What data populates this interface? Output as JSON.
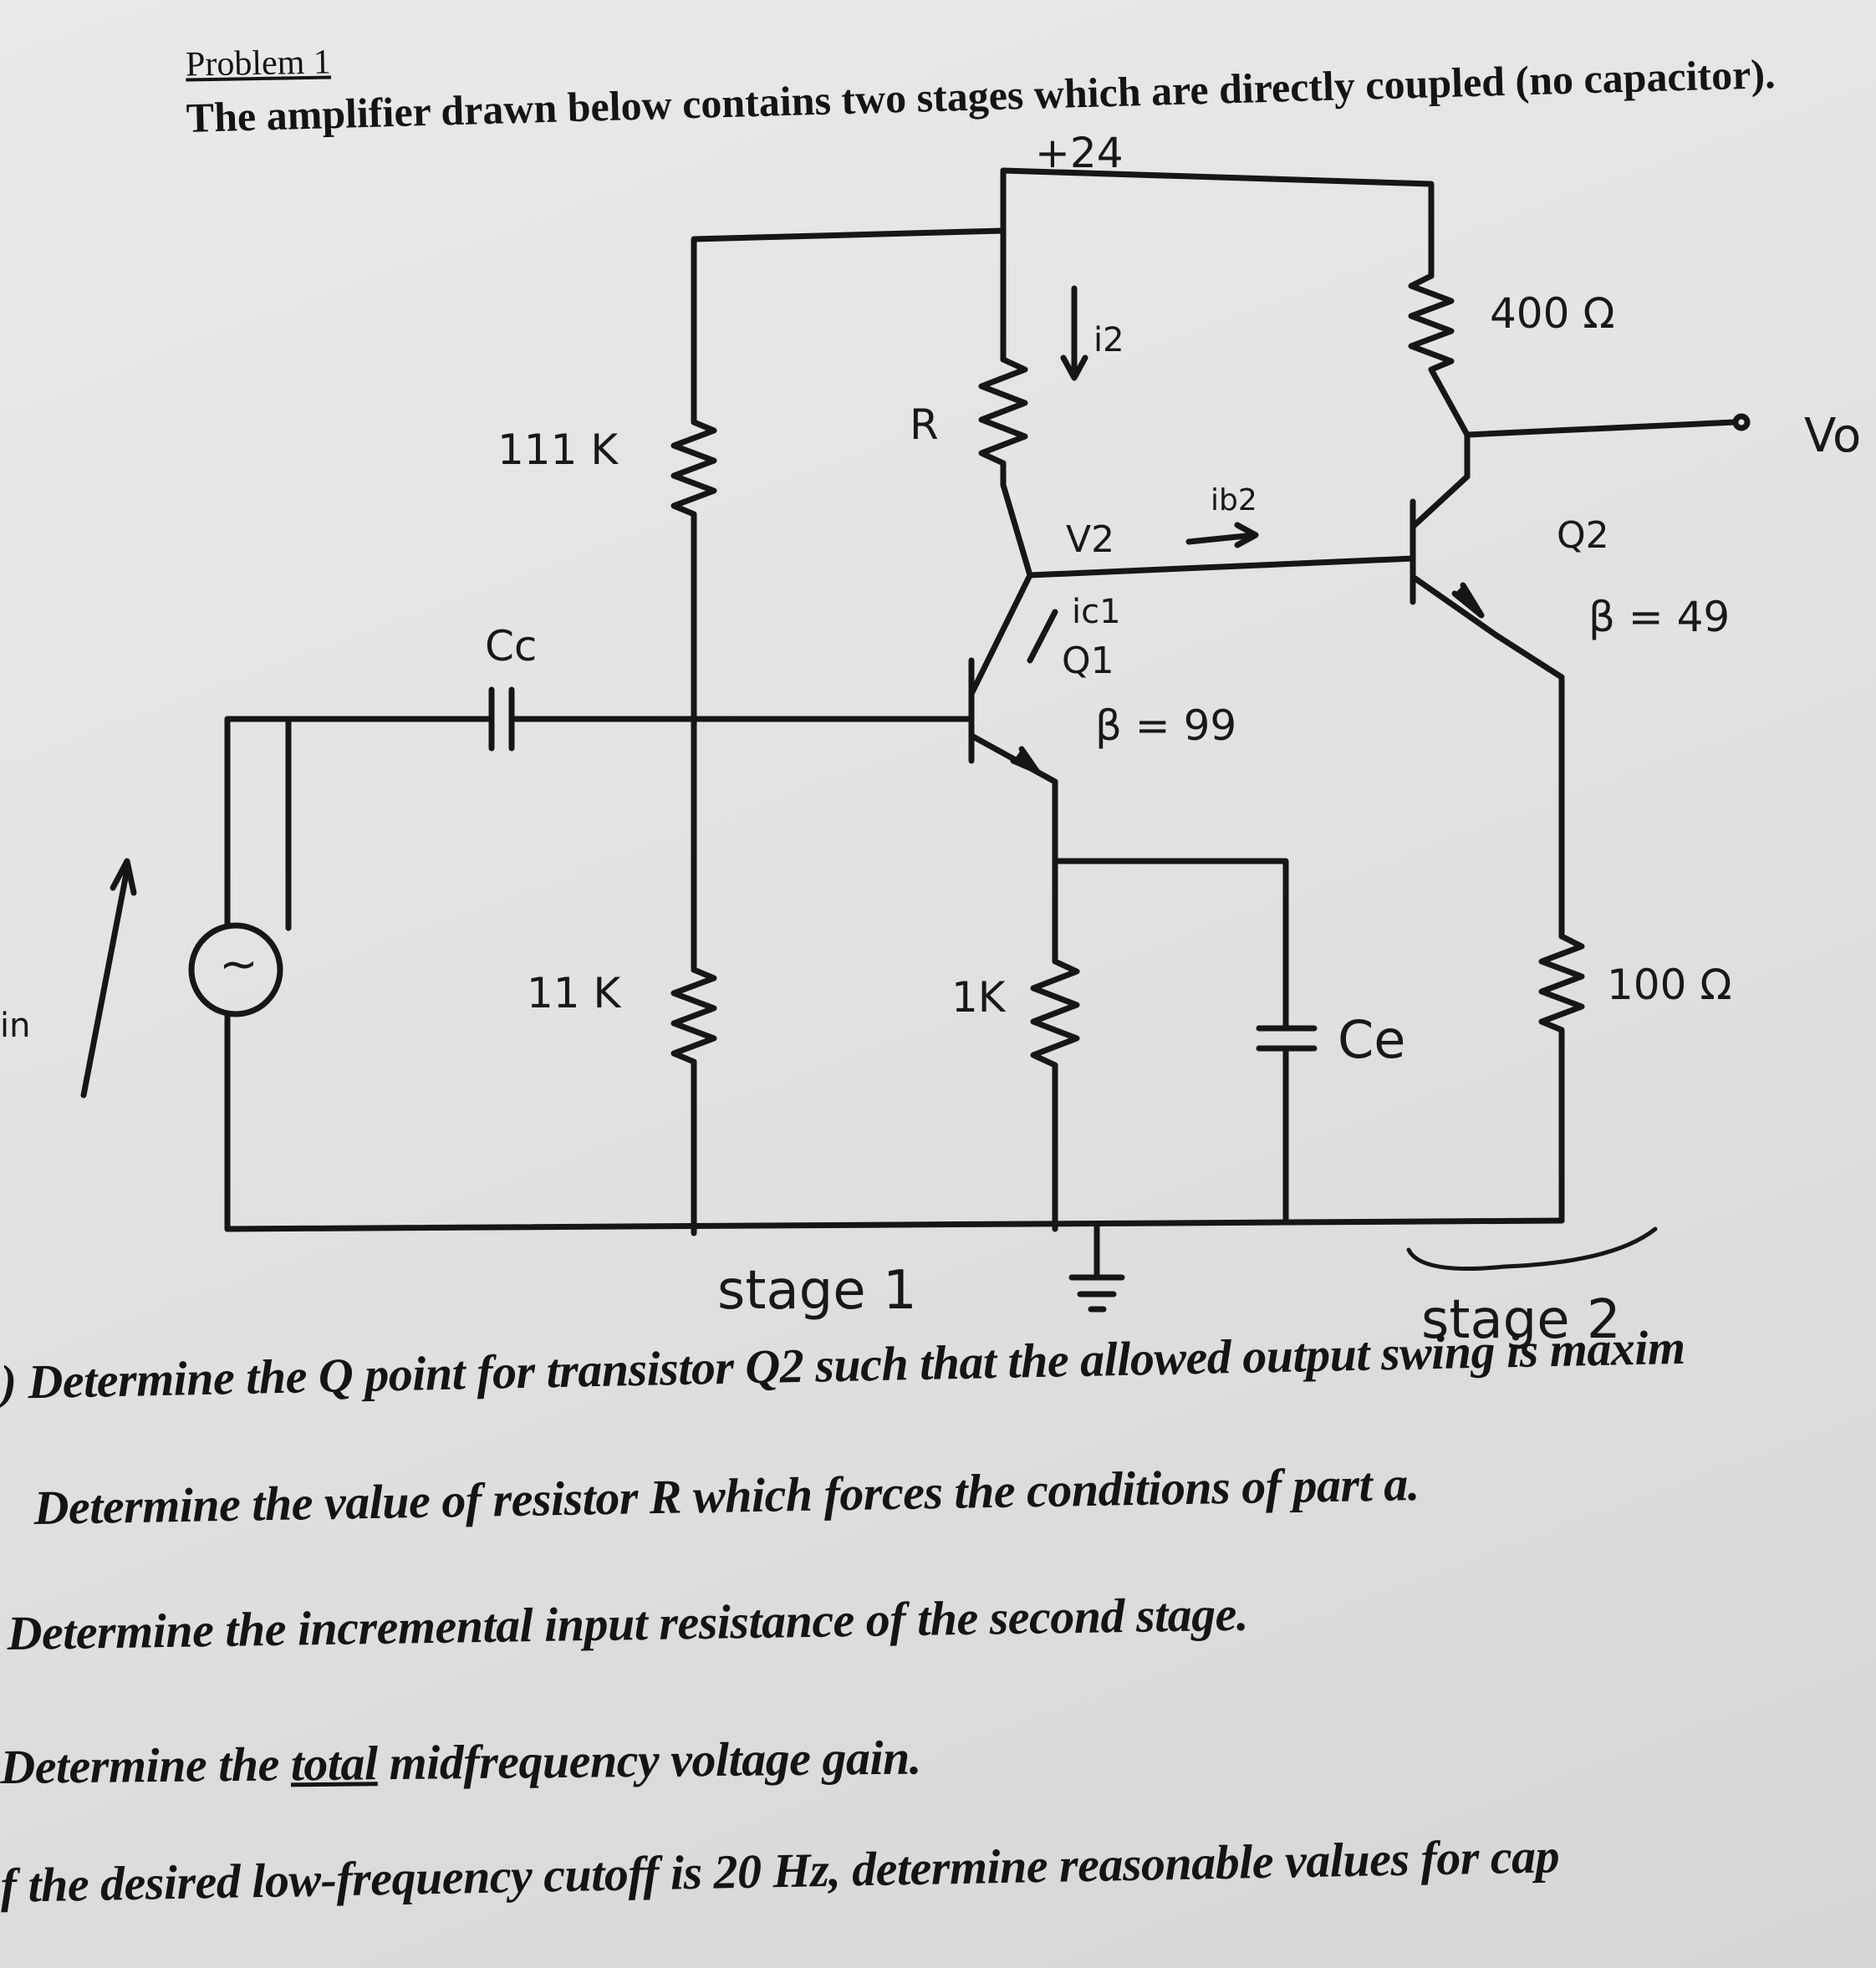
{
  "problem": {
    "heading": "Problem 1",
    "intro": "The amplifier drawn below contains two stages which are directly coupled (no capacitor)."
  },
  "schematic": {
    "supply_label": "+24",
    "r_top_left": "111 K",
    "r_bottom_left": "11 K",
    "r_collector_q1": "R",
    "r_emitter_q1": "1K",
    "r_collector_q2": "400 Ω",
    "r_emitter_q2": "100 Ω",
    "coupling_cap_label": "Cc",
    "bypass_cap_label": "Ce",
    "current_i2": "i2",
    "current_ib2": "ib2",
    "current_ic1": "ic1",
    "node_v2": "V2",
    "q1_label": "Q1",
    "q1_beta": "β = 99",
    "q2_label": "Q2",
    "q2_beta": "β = 49",
    "output_label": "Vo",
    "input_label": "in",
    "source_symbol": "~",
    "stage1_label": "stage 1",
    "stage2_label": "stage 2"
  },
  "questions": [
    {
      "text": ") Determine the Q point for transistor Q2 such that the allowed output swing is maxim"
    },
    {
      "text": "Determine the value of resistor R which forces the conditions of part a."
    },
    {
      "text": "Determine the incremental input resistance of the second stage."
    },
    {
      "text_before": "Determine the ",
      "text_underlined": "total",
      "text_after": " midfrequency voltage gain."
    },
    {
      "text": "f the desired low-frequency cutoff is 20 Hz, determine reasonable values for cap"
    }
  ]
}
